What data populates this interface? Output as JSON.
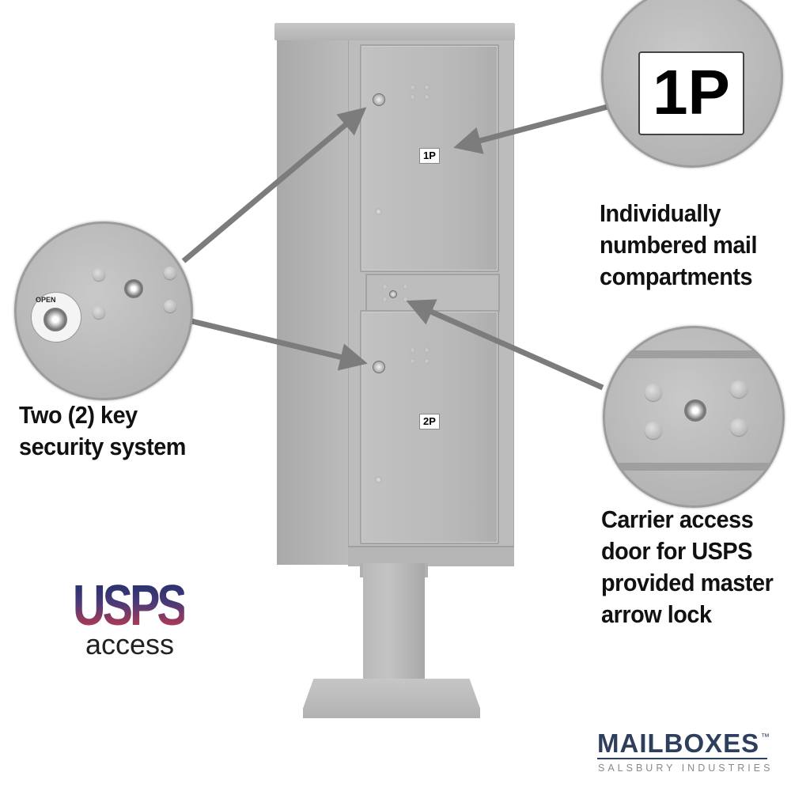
{
  "mailbox": {
    "compartment_labels": [
      "1P",
      "2P"
    ]
  },
  "callouts": {
    "top_right_label": "1P",
    "numbered": [
      "Individually",
      "numbered mail",
      "compartments"
    ],
    "key_security": [
      "Two (2) key",
      "security system"
    ],
    "carrier_access": [
      "Carrier access",
      "door for USPS",
      "provided master",
      "arrow lock"
    ],
    "lock_disc_text": "OPEN"
  },
  "logos": {
    "usps_word": "USPS",
    "usps_sub": "access",
    "brand_main": "MAILBOXES",
    "brand_tm": "™",
    "brand_sub": "SALSBURY INDUSTRIES"
  },
  "colors": {
    "cabinet": "#bcbcbc",
    "arrow": "#7c7c7c",
    "caption_text": "#111111",
    "brand_navy": "#2d3f5c",
    "usps_top": "#25316b",
    "usps_bottom": "#b23a52"
  }
}
